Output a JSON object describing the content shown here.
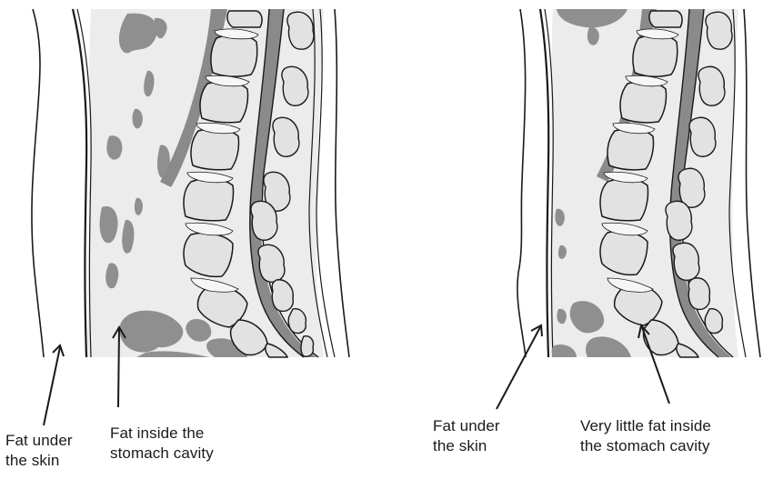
{
  "panels": [
    {
      "id": "left",
      "labels": {
        "skin_fat": [
          "Fat under",
          "the skin"
        ],
        "cavity_fat": [
          "Fat inside the",
          "stomach cavity"
        ]
      }
    },
    {
      "id": "right",
      "labels": {
        "skin_fat": [
          "Fat under",
          "the skin"
        ],
        "cavity_fat": [
          "Very little fat inside",
          "the stomach cavity"
        ]
      }
    }
  ],
  "colors": {
    "cavity_fill": "#ececec",
    "fat_deposit": "#8f8f8f",
    "vertebra_fill": "#e2e2e2",
    "outline": "#1a1a1a",
    "spinal_cord": "#8a8a8a"
  }
}
